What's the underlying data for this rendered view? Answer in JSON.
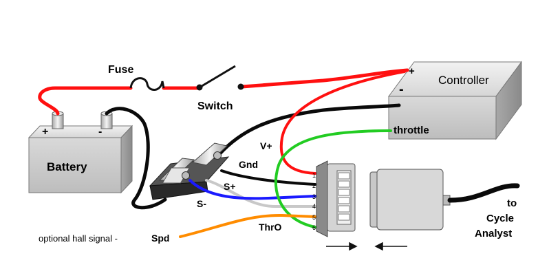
{
  "labels": {
    "fuse": "Fuse",
    "switch": "Switch",
    "controller": "Controller",
    "controller_plus": "+",
    "controller_minus": "-",
    "throttle": "throttle",
    "battery": "Battery",
    "battery_plus": "+",
    "battery_minus": "-",
    "v_plus": "V+",
    "gnd": "Gnd",
    "s_plus": "S+",
    "s_minus": "S-",
    "thro": "ThrO",
    "optional_hall": "optional hall signal -",
    "spd": "Spd",
    "to": "to",
    "cycle": "Cycle",
    "analyst": "Analyst"
  },
  "pins": [
    "1",
    "2",
    "3",
    "4",
    "5",
    "6"
  ],
  "wire_colors": {
    "red": "#ff1010",
    "black": "#0a0a0a",
    "blue": "#1a1aff",
    "gray": "#c8c8c8",
    "orange": "#ff8c00",
    "green": "#22cc22"
  }
}
